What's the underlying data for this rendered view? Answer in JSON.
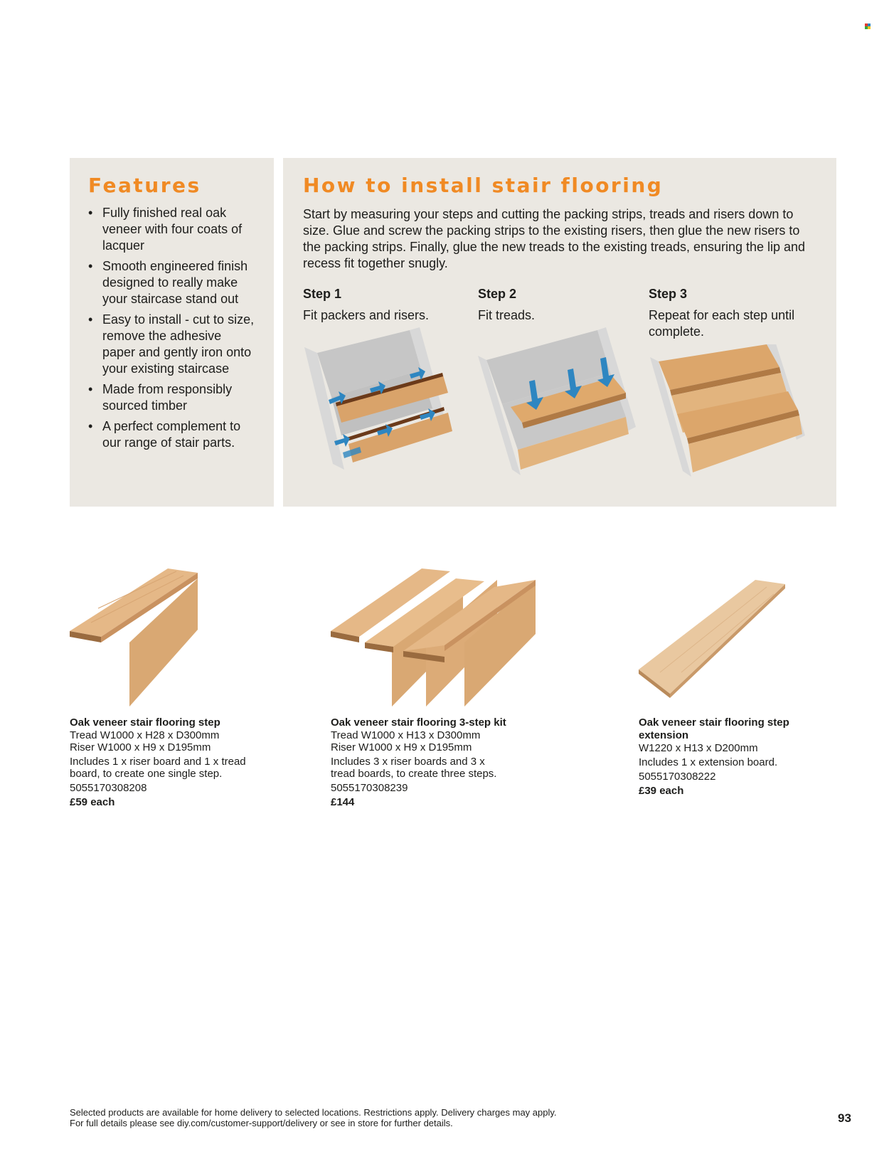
{
  "features": {
    "heading": "Features",
    "items": [
      "Fully finished real oak veneer with four coats of lacquer",
      "Smooth engineered finish designed to really make your staircase stand out",
      "Easy to install - cut to size, remove the adhesive paper and gently iron onto your existing staircase",
      "Made from responsibly sourced timber",
      "A perfect complement to our range of stair parts."
    ]
  },
  "install": {
    "heading": "How to install stair flooring",
    "intro": "Start by measuring your steps and cutting the packing strips, treads and risers down to size. Glue and screw the packing strips to the existing risers, then glue the new risers to the packing strips. Finally, glue the new treads to the existing treads, ensuring the lip and recess fit together snugly.",
    "steps": [
      {
        "title": "Step 1",
        "text": "Fit packers and risers."
      },
      {
        "title": "Step 2",
        "text": "Fit treads."
      },
      {
        "title": "Step 3",
        "text": "Repeat for each step until complete."
      }
    ]
  },
  "products": [
    {
      "name": "Oak veneer stair flooring step",
      "lines": [
        "Tread W1000 x H28 x D300mm",
        "Riser W1000 x H9 x D195mm",
        "Includes 1 x riser board and 1 x tread",
        "board, to create one single step."
      ],
      "code": "5055170308208",
      "price": "£59 each"
    },
    {
      "name": "Oak veneer stair flooring 3-step kit",
      "lines": [
        "Tread W1000 x H13 x D300mm",
        "Riser W1000 x H9 x D195mm",
        "Includes 3 x riser boards and 3 x",
        "tread boards, to create three steps."
      ],
      "code": "5055170308239",
      "price": "£144"
    },
    {
      "name": "Oak veneer stair flooring step extension",
      "lines": [
        "W1220 x H13 x D200mm",
        "Includes 1 x extension board."
      ],
      "code": "5055170308222",
      "price": "£39 each"
    }
  ],
  "footer": {
    "line1": "Selected products are available for home delivery to selected locations. Restrictions apply. Delivery charges may apply.",
    "line2": "For full details please see diy.com/customer-support/delivery or see in store for further details.",
    "page_number": "93"
  },
  "colors": {
    "accent": "#f08a24",
    "panel": "#ebe8e2",
    "arrow": "#2e86c1",
    "oak": "#e2b47e"
  }
}
